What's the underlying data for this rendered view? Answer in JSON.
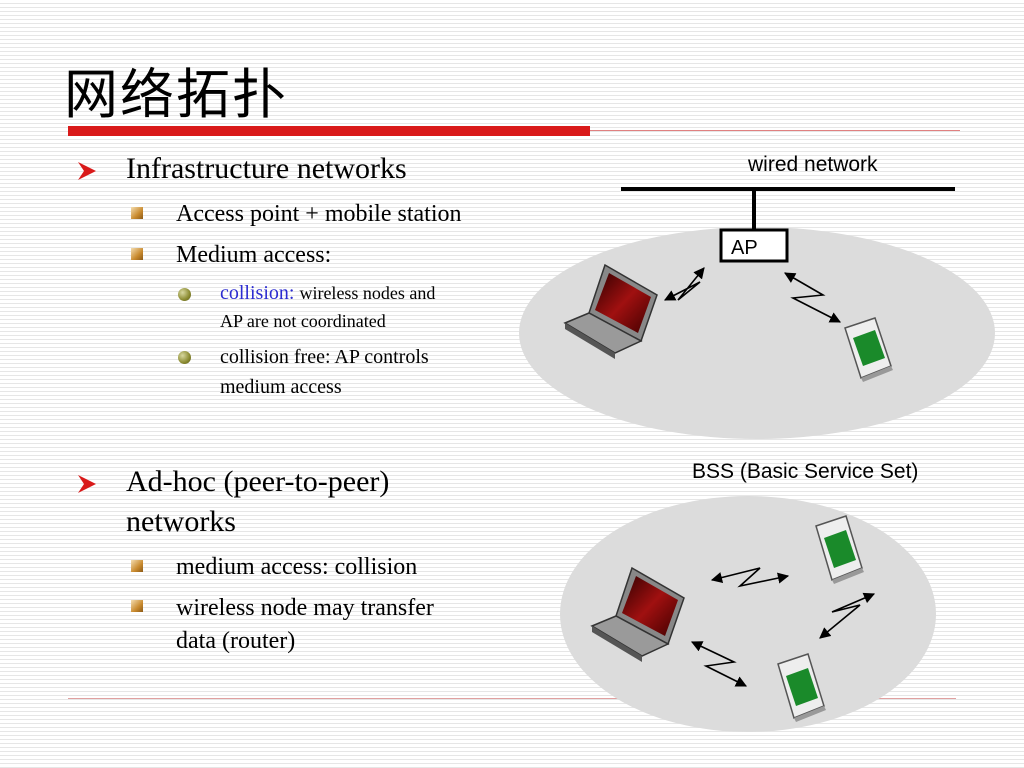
{
  "slide": {
    "title": "网络拓扑",
    "infra": {
      "heading": "Infrastructure networks",
      "items": [
        "Access point + mobile station",
        "Medium access:"
      ],
      "sub": {
        "collision_word": "collision:",
        "collision_rest_line1": "wireless nodes and",
        "collision_rest_line2": "AP are not coordinated",
        "free_line1": "collision free: AP controls",
        "free_line2": "medium access"
      }
    },
    "adhoc": {
      "heading_line1": "Ad-hoc (peer-to-peer)",
      "heading_line2": "networks",
      "items_line": [
        "medium access: collision",
        "wireless node may transfer",
        "data (router)"
      ]
    }
  },
  "diagram": {
    "wired_label": "wired network",
    "ap_label": "AP",
    "bss_label": "BSS (Basic Service Set)"
  },
  "colors": {
    "accent_red": "#d91a1a",
    "link_blue": "#2c2cd0",
    "ellipse": "#dcdcdc"
  }
}
